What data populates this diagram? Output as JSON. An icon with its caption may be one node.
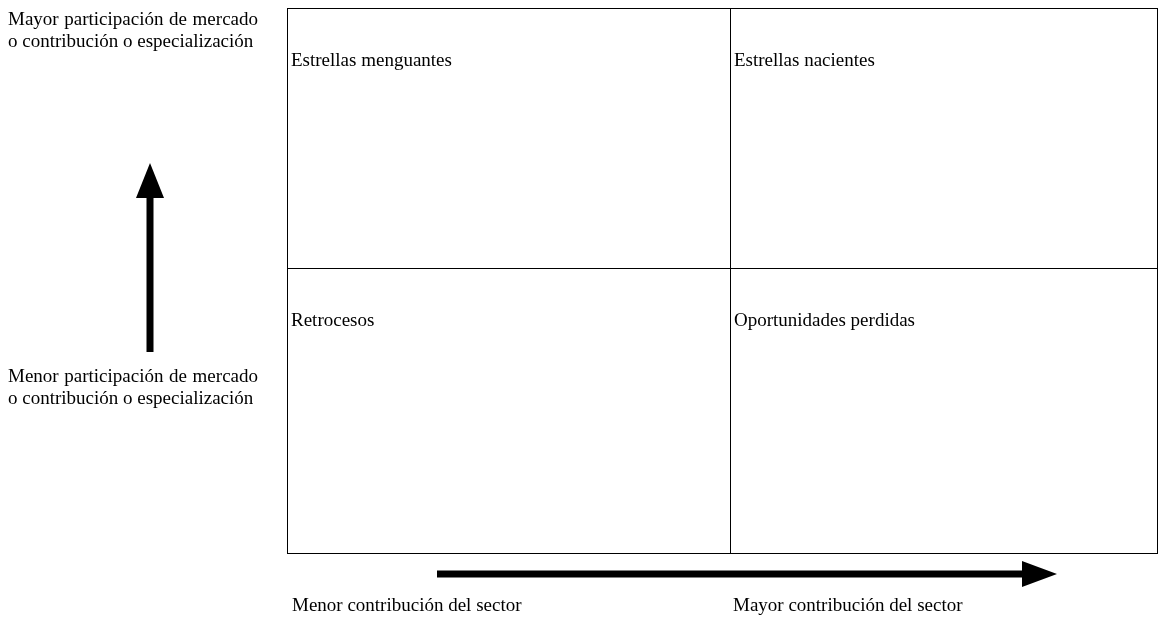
{
  "diagram": {
    "nodes": [
      {
        "text": [
          "Estrellas menguantes"
        ]
      },
      {
        "text": [
          "Estrellas nacientes"
        ]
      },
      {
        "text": [
          "Retrocesos"
        ]
      },
      {
        "text": [
          "Oportunidades perdidas"
        ]
      }
    ],
    "labels": [
      "Mayor participación de mercado o contribución o especialización",
      "Menor participación de mercado o contribución o especialización",
      "Menor contribución del sector",
      "Mayor contribución del sector"
    ]
  }
}
